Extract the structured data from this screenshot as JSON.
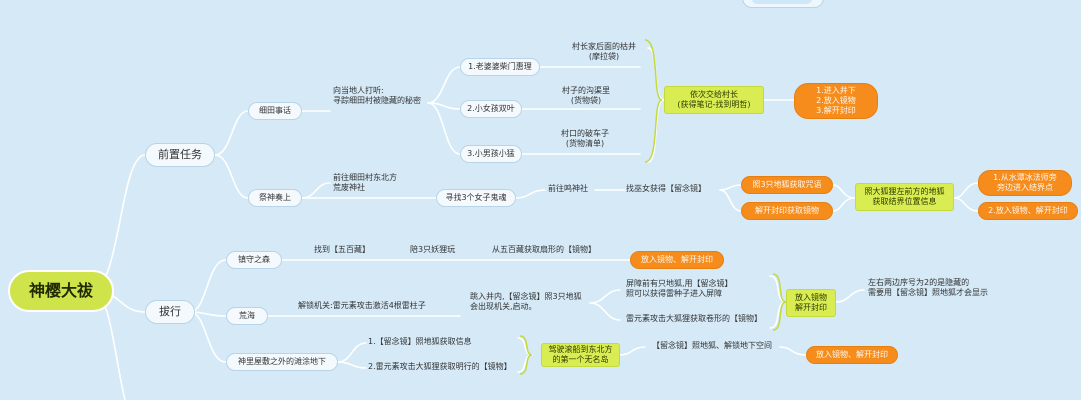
{
  "root": "神樱大祓",
  "branches": {
    "pre": "前置任务",
    "purify": "拔行"
  },
  "pre": {
    "hosoda": "细田事话",
    "ask": "向当地人打听:\n寻踪细田村被隐藏的秘密",
    "q1": "1.老婆婆柴门惠理",
    "q1_detail": "村长家后面的枯井\n(摩拉袋)",
    "q2": "2.小女孩双叶",
    "q2_detail": "村子的沟渠里\n(货物袋)",
    "q3": "3.小男孩小猛",
    "q3_detail": "村口的破车子\n(货物清单)",
    "report": "依次交给村长\n(获得笔记-找到明哲)",
    "report_steps": "1.进入井下\n2.放入镜物\n3.解开封印",
    "sacrifice": "祭神奏上",
    "go_east": "前往细田村东北方\n荒废神社",
    "find_girl": "寻找3个女子鬼魂",
    "go_shrine": "前往鸣神社",
    "get_mirror": "找巫女获得【留念镜】",
    "shine3": "照3只地狐获取咒语",
    "unseal": "解开封印获取镜物",
    "big_fox": "照大狐狸左前方的地狐\n获取结界位置信息",
    "big_fox_1": "1.从水潭冰法师旁\n旁边进入结界点",
    "big_fox_2": "2.放入镜物、解开封印"
  },
  "purify": {
    "guard": "镇守之森",
    "find_gohei": "找到【五百藏】",
    "with_fox3": "陪3只妖狸玩",
    "get_fan": "从五百藏获取扇形的【镜物】",
    "guard_result": "放入镜物、解开封印",
    "wasteland": "荒海",
    "mechanism": "解锁机关:雷元素攻击激活4根雷柱子",
    "jump_well": "跳入井内,【留念镜】照3只地狐\n会出现机关,启动。",
    "barrier": "屏障前有只地狐,用【留念镜】\n照可以获得雷种子进入屏障",
    "attack_big": "雷元素攻击大狐狸获取卷形的【镜物】",
    "put_mirror": "放入镜物\n解开封印",
    "left_right": "左右两边序号为2的是隐藏的\n需要用【留念镜】照地狐才会显示",
    "shrine_under": "神里屋敷之外的滩涂地下",
    "step1": "1.【留念镜】照地狐获取信息",
    "step2": "2.雷元素攻击大狐狸获取明行的【镜物】",
    "boat": "驾驶滚船到东北方\n的第一个无名岛",
    "mirror_unlock": "【留念镜】照地狐、解锁地下空间",
    "shrine_result": "放入镜物、解开封印"
  }
}
